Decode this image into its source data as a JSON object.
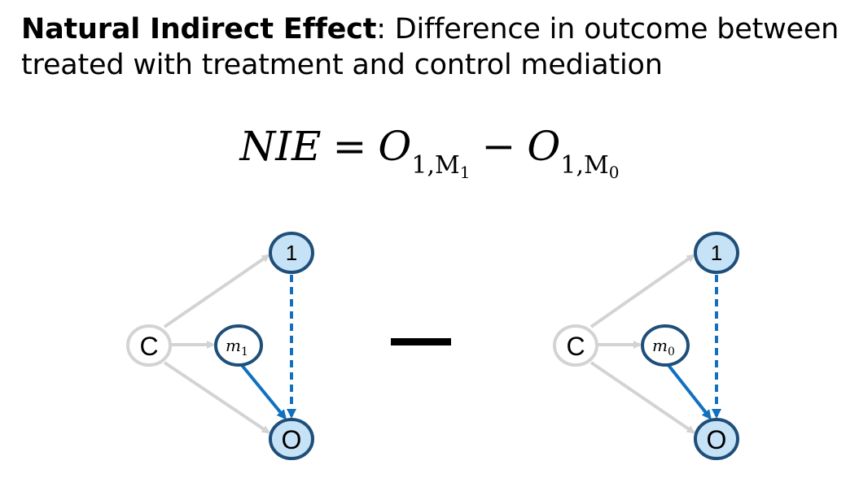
{
  "heading": {
    "bold": "Natural Indirect Effect",
    "rest": ": Difference in outcome between treated with treatment and control mediation"
  },
  "formula": {
    "lhs": "NIE",
    "eq": "=",
    "t1_base": "O",
    "t1_sub": "1,M",
    "t1_subsub": "1",
    "minus": "−",
    "t2_base": "O",
    "t2_sub": "1,M",
    "t2_subsub": "0"
  },
  "left_graph": {
    "confounder": "C",
    "treatment": "1",
    "mediator_base": "m",
    "mediator_sub": "1",
    "outcome": "O"
  },
  "right_graph": {
    "confounder": "C",
    "treatment": "1",
    "mediator_base": "m",
    "mediator_sub": "0",
    "outcome": "O"
  },
  "colors": {
    "node_stroke": "#1f4e79",
    "node_fill": "#c5e2f6",
    "gray_edge": "#d3d3d3",
    "blue_edge": "#1170c0",
    "minus_sign": "#000000"
  }
}
